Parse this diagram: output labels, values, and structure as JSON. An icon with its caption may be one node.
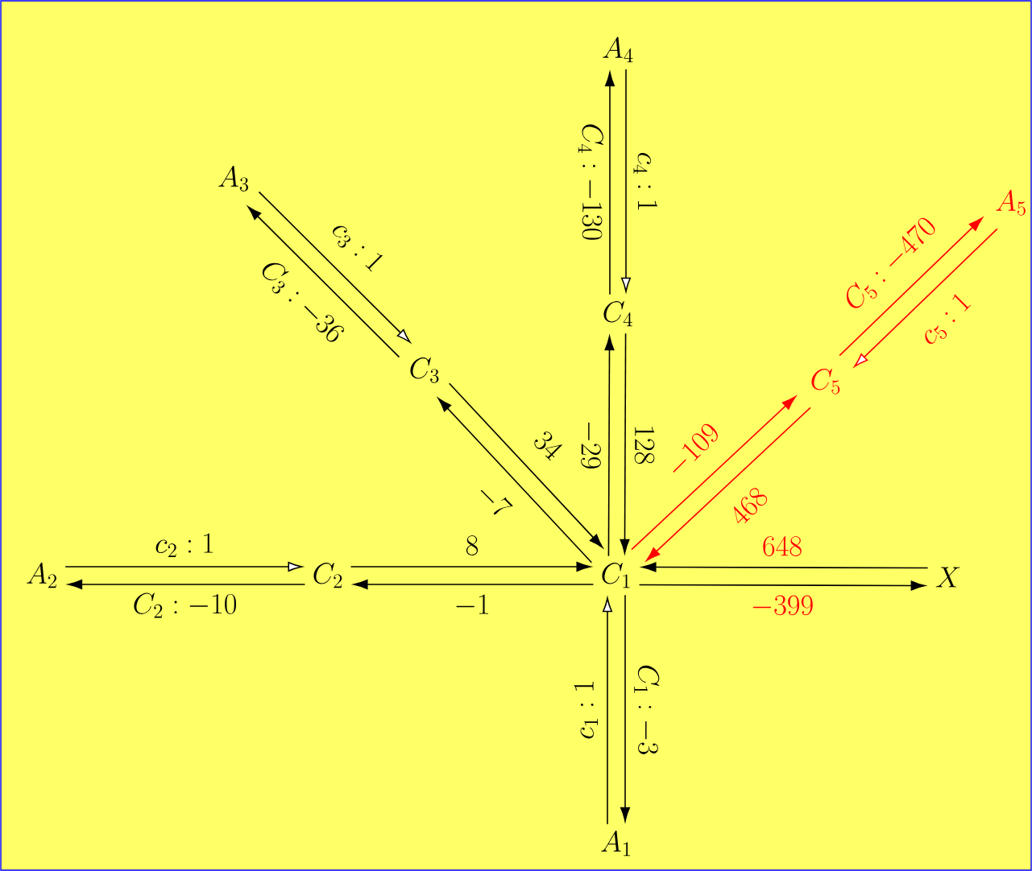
{
  "diagram": {
    "nodes": [
      {
        "text": [
          "A_4"
        ]
      },
      {
        "text": [
          "A_3"
        ]
      },
      {
        "text": [
          "A_5"
        ]
      },
      {
        "text": [
          "C_4"
        ]
      },
      {
        "text": [
          "C_3"
        ]
      },
      {
        "text": [
          "C_5"
        ]
      },
      {
        "text": [
          "A_2"
        ]
      },
      {
        "text": [
          "C_2"
        ]
      },
      {
        "text": [
          "C_1"
        ]
      },
      {
        "text": [
          "X"
        ]
      },
      {
        "text": [
          "A_1"
        ]
      }
    ],
    "edges": [
      {
        "from": 6,
        "to": 7,
        "arrow": "to",
        "label": "c_2:1"
      },
      {
        "from": 7,
        "to": 6,
        "arrow": "to",
        "label": "C_2:-10"
      },
      {
        "from": 7,
        "to": 8,
        "arrow": "to",
        "label": "8"
      },
      {
        "from": 8,
        "to": 7,
        "arrow": "to",
        "label": "-1"
      },
      {
        "from": 1,
        "to": 4,
        "arrow": "to",
        "label": "c_3:1"
      },
      {
        "from": 4,
        "to": 1,
        "arrow": "to",
        "label": "C_3:-36"
      },
      {
        "from": 4,
        "to": 8,
        "arrow": "to",
        "label": "34"
      },
      {
        "from": 8,
        "to": 4,
        "arrow": "to",
        "label": "-7"
      },
      {
        "from": 3,
        "to": 0,
        "arrow": "to",
        "label": "C_4:-130"
      },
      {
        "from": 0,
        "to": 3,
        "arrow": "to",
        "label": "c_4:1"
      },
      {
        "from": 8,
        "to": 3,
        "arrow": "to",
        "label": "-29"
      },
      {
        "from": 3,
        "to": 8,
        "arrow": "to",
        "label": "128"
      },
      {
        "from": 5,
        "to": 2,
        "arrow": "to",
        "color": "#ff0000",
        "label": "C_5:-470"
      },
      {
        "from": 2,
        "to": 5,
        "arrow": "to",
        "color": "#ff0000",
        "label": "c_5:1"
      },
      {
        "from": 8,
        "to": 5,
        "arrow": "to",
        "color": "#ff0000",
        "label": "-109"
      },
      {
        "from": 5,
        "to": 8,
        "arrow": "to",
        "color": "#ff0000",
        "label": "468"
      },
      {
        "from": 9,
        "to": 8,
        "arrow": "to",
        "label": "648"
      },
      {
        "from": 8,
        "to": 9,
        "arrow": "to",
        "label": "-399"
      },
      {
        "from": 10,
        "to": 8,
        "arrow": "to",
        "label": "c_1:1"
      },
      {
        "from": 8,
        "to": 10,
        "arrow": "to",
        "label": "C_1:-3"
      }
    ]
  }
}
